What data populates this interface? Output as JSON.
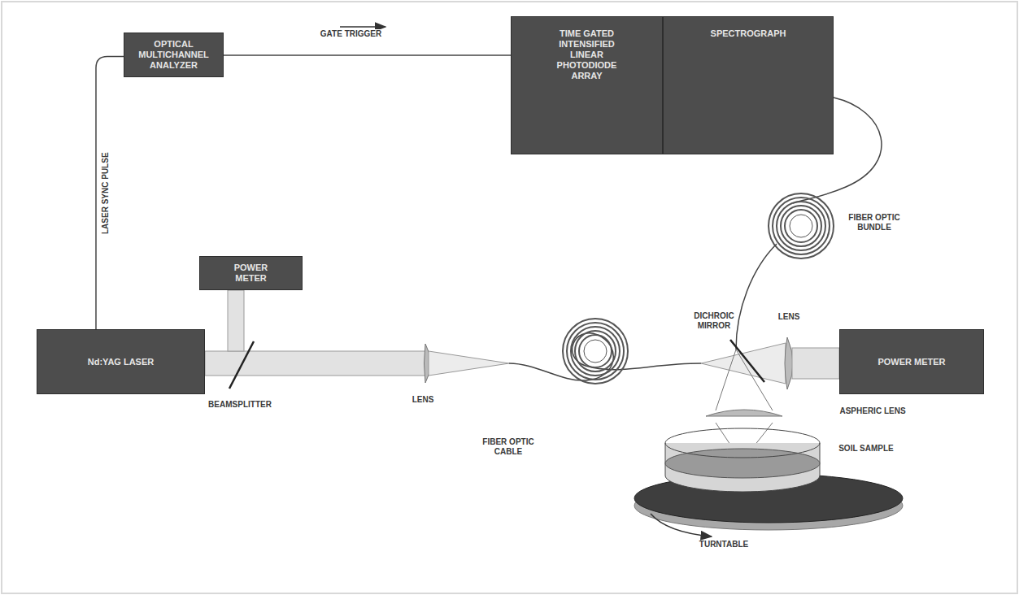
{
  "diagram": {
    "nodes": [
      {
        "text": [
          "OPTICAL MULTICHANNEL ANALYZER"
        ]
      },
      {
        "text": [
          "TIME GATED INTENSIFIED LINEAR PHOTODIODE ARRAY"
        ]
      },
      {
        "text": [
          "SPECTROGRAPH"
        ]
      },
      {
        "text": [
          "POWER METER"
        ]
      },
      {
        "text": [
          "Nd:YAG LASER"
        ]
      },
      {
        "text": [
          "POWER METER"
        ]
      }
    ],
    "edges": [
      {
        "from": 4,
        "to": 0,
        "label": "LASER SYNC PULSE",
        "arrow": "none"
      },
      {
        "from": 0,
        "to": 1,
        "label": "GATE TRIGGER",
        "arrow": "none"
      }
    ],
    "labels": [
      "BEAMSPLITTER",
      "LENS",
      "FIBER OPTIC CABLE",
      "DICHROIC MIRROR",
      "LENS",
      "FIBER OPTIC BUNDLE",
      "ASPHERIC LENS",
      "SOIL SAMPLE",
      "TURNTABLE"
    ]
  }
}
